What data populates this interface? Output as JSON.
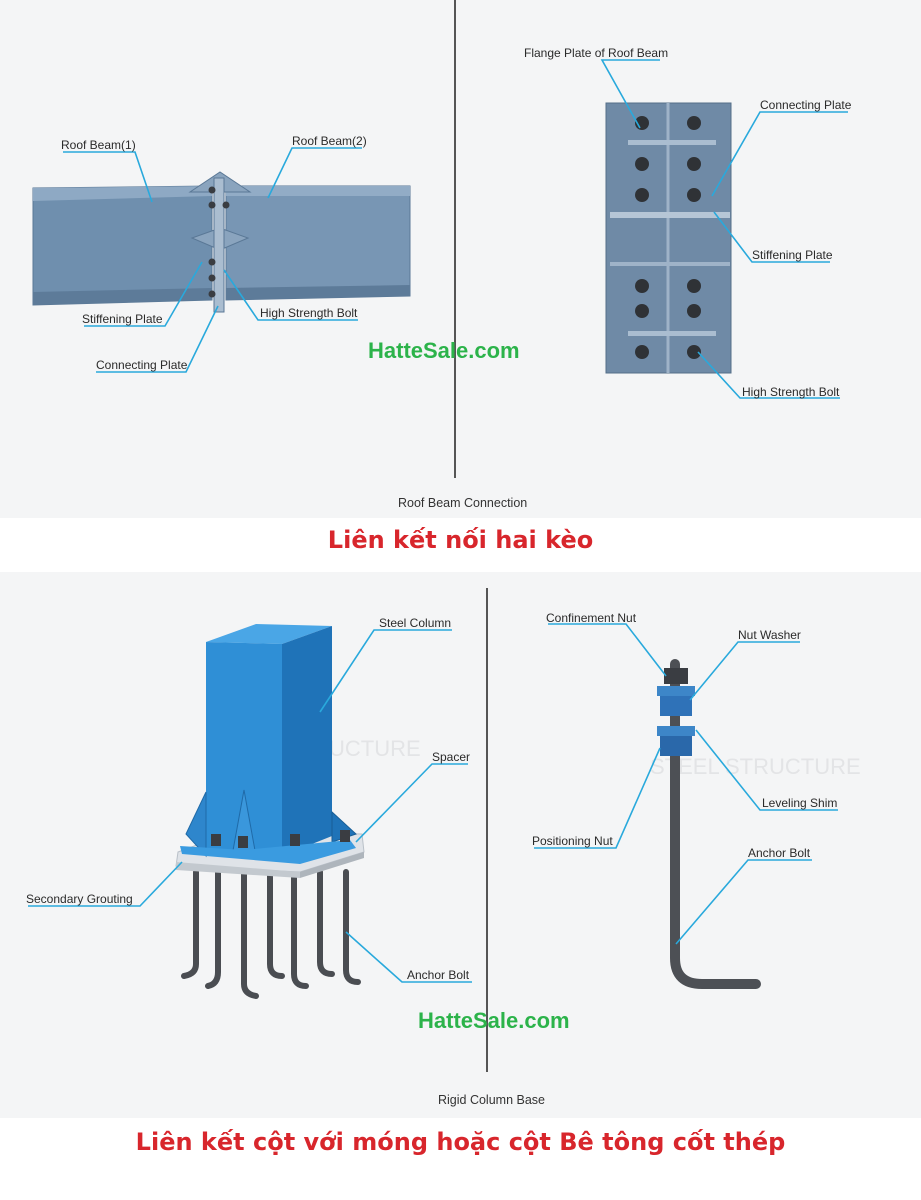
{
  "roof_beam_connection": {
    "caption": "Roof Beam Connection",
    "side_view_labels": {
      "roof_beam_1": "Roof Beam(1)",
      "roof_beam_2": "Roof Beam(2)",
      "stiffening_plate": "Stiffening Plate",
      "high_strength_bolt": "High Strength Bolt",
      "connecting_plate": "Connecting Plate"
    },
    "front_view_labels": {
      "flange_plate": "Flange Plate of Roof Beam",
      "connecting_plate": "Connecting Plate",
      "stiffening_plate": "Stiffening Plate",
      "high_strength_bolt": "High Strength Bolt"
    },
    "watermark": "HatteSale.com",
    "vn_title": "Liên kết nối hai kèo"
  },
  "rigid_column_base": {
    "caption": "Rigid Column Base",
    "column_labels": {
      "steel_column": "Steel Column",
      "spacer": "Spacer",
      "secondary_grouting": "Secondary Grouting",
      "anchor_bolt": "Anchor Bolt"
    },
    "bolt_labels": {
      "confinement_nut": "Confinement Nut",
      "nut_washer": "Nut Washer",
      "leveling_shim": "Leveling Shim",
      "positioning_nut": "Positioning Nut",
      "anchor_bolt": "Anchor Bolt"
    },
    "ghost_left": "STEEL STRUCTURE",
    "ghost_right": "STEEL STRUCTURE",
    "watermark": "HatteSale.com",
    "vn_title": "Liên kết cột với móng hoặc cột Bê tông cốt thép"
  },
  "colors": {
    "beam": "#6f8fae",
    "column": "#2f8fd6",
    "leader": "#29a9dc",
    "bolt": "#3a3d42",
    "title_red": "#d8262c",
    "watermark_green": "#2cb34a"
  }
}
